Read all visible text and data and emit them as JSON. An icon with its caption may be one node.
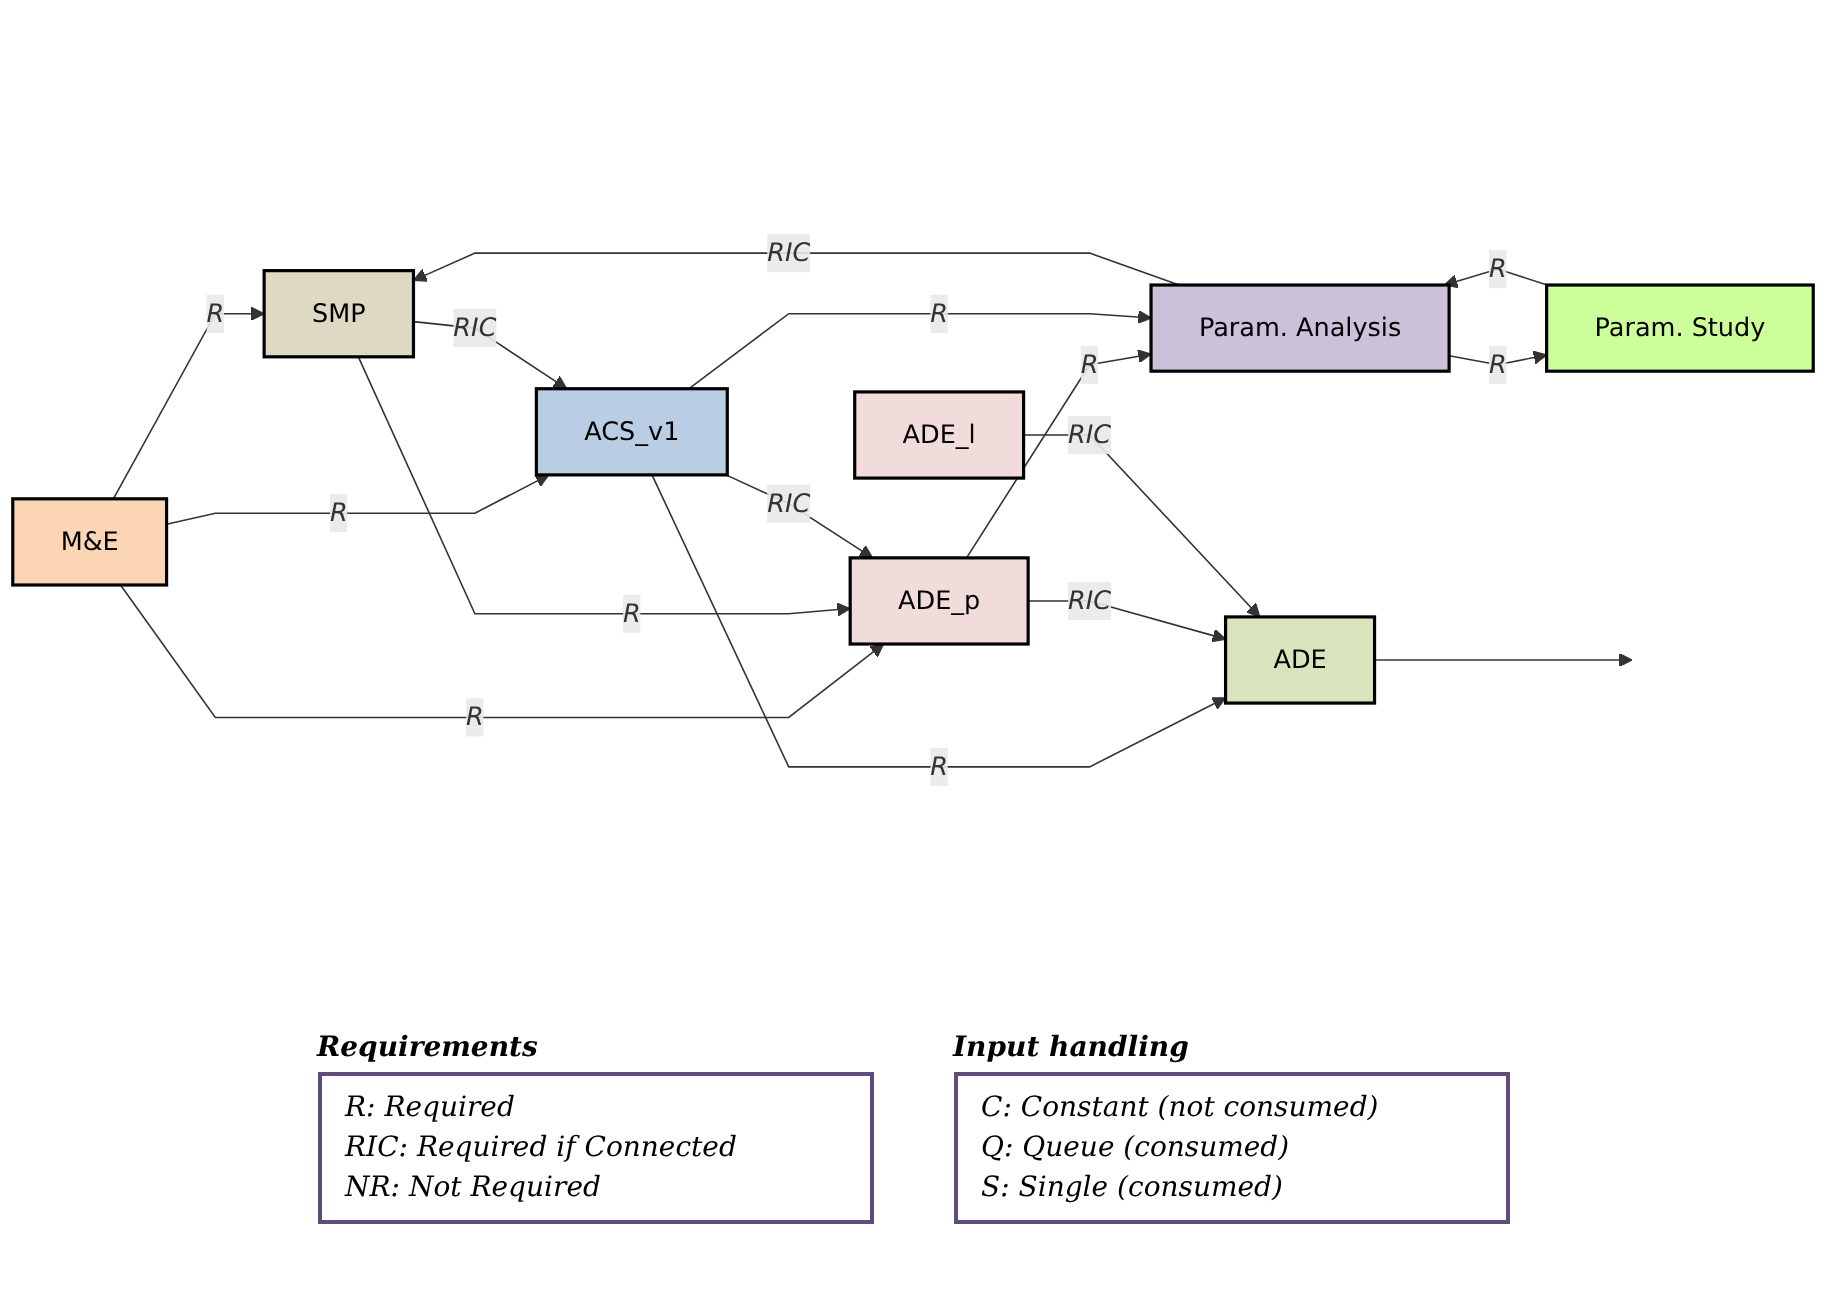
{
  "diagram": {
    "nodes": [
      {
        "text": [
          "M&E"
        ]
      },
      {
        "text": [
          "SMP"
        ]
      },
      {
        "text": [
          "ADE_p"
        ]
      },
      {
        "text": [
          "Param. Analysis"
        ]
      },
      {
        "text": [
          "ACS_v1"
        ]
      },
      {
        "text": [
          "ADE"
        ]
      },
      {
        "text": [
          "ADE_l"
        ]
      },
      {
        "text": [
          "Param. Study"
        ]
      },
      {
        "text": [
          "Requirements",
          "R: Required",
          "RIC: Required if Connected",
          "NR: Not Required"
        ]
      },
      {
        "text": [
          "Input handling",
          "C: Constant (not consumed)",
          "Q: Queue (consumed)",
          "S: Single (consumed)"
        ]
      }
    ],
    "edges": [
      {
        "from": 0,
        "to": 1,
        "arrow": "to",
        "label": "R"
      },
      {
        "from": 0,
        "to": 2,
        "arrow": "to",
        "label": "R"
      },
      {
        "from": 0,
        "to": 4,
        "arrow": "to",
        "label": "R"
      },
      {
        "from": 1,
        "to": 2,
        "arrow": "to",
        "label": "R"
      },
      {
        "from": 1,
        "to": 4,
        "arrow": "to",
        "label": "RIC"
      },
      {
        "from": 3,
        "to": 1,
        "arrow": "to",
        "label": "RIC"
      },
      {
        "from": 2,
        "to": 3,
        "arrow": "to",
        "label": "R"
      },
      {
        "from": 4,
        "to": 2,
        "arrow": "to",
        "label": "RIC"
      },
      {
        "from": 4,
        "to": 3,
        "arrow": "to",
        "label": "R"
      },
      {
        "from": 4,
        "to": 5,
        "arrow": "to",
        "label": "R"
      },
      {
        "from": 2,
        "to": 5,
        "arrow": "to",
        "label": "RIC"
      },
      {
        "from": 6,
        "to": 5,
        "arrow": "to",
        "label": "RIC"
      },
      {
        "from": 5,
        "to": null,
        "arrow": "to"
      },
      {
        "from": 7,
        "to": 3,
        "arrow": "to",
        "label": "R"
      },
      {
        "from": 3,
        "to": 7,
        "arrow": "to",
        "label": "R"
      }
    ]
  }
}
